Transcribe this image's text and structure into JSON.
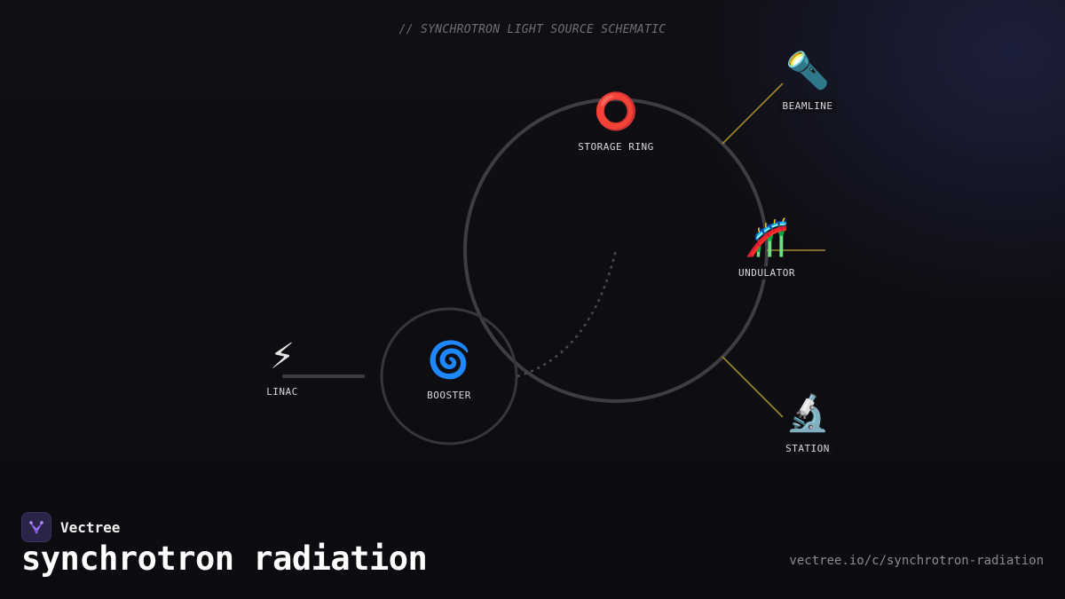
{
  "caption": "// SYNCHROTRON LIGHT SOURCE SCHEMATIC",
  "nodes": {
    "linac": {
      "label": "LINAC",
      "icon": "⚡",
      "icon_name": "lightning-icon"
    },
    "booster": {
      "label": "BOOSTER",
      "icon": "🌀",
      "icon_name": "cyclone-icon"
    },
    "storage_ring": {
      "label": "STORAGE RING",
      "icon": "⭕",
      "icon_name": "ring-icon"
    },
    "beamline": {
      "label": "BEAMLINE",
      "icon": "🔦",
      "icon_name": "flashlight-icon"
    },
    "undulator": {
      "label": "UNDULATOR",
      "icon": "🎢",
      "icon_name": "roller-coaster-icon"
    },
    "station": {
      "label": "STATION",
      "icon": "🔬",
      "icon_name": "microscope-icon"
    }
  },
  "brand": {
    "name": "Vectree",
    "logo_icon": "vectree-logo-icon"
  },
  "title": "synchrotron radiation",
  "url": "vectree.io/c/synchrotron-radiation",
  "colors": {
    "background": "#0f0f14",
    "ring_stroke": "#3d3d42",
    "connector_gold": "#a08a2a",
    "connector_gray": "#3a3a40",
    "accent_purple": "#8a5cf0"
  }
}
